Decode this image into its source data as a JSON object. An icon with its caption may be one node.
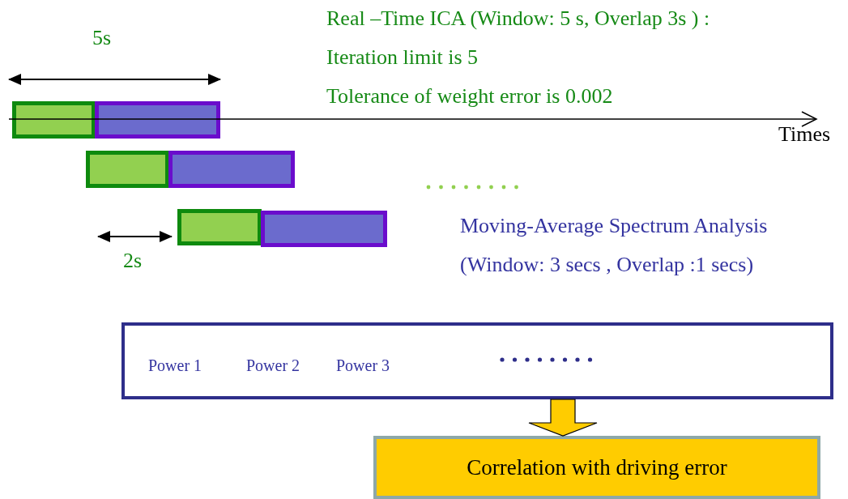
{
  "diagram": {
    "nodes": [
      {
        "text": [],
        "shape": "bar"
      },
      {
        "text": [],
        "shape": "bar"
      },
      {
        "text": [],
        "shape": "bar"
      },
      {
        "text": [],
        "shape": "bar"
      },
      {
        "text": [],
        "shape": "bar"
      },
      {
        "text": [],
        "shape": "bar"
      },
      {
        "text": [
          "Power 1",
          "Power 2",
          "Power 3"
        ]
      },
      {
        "text": [
          "Correlation with driving error"
        ]
      }
    ],
    "edges": [
      {
        "from": 6,
        "to": 7,
        "arrow": "to",
        "style": "thick"
      }
    ],
    "labels": [
      "Real –Time ICA (Window: 5 s, Overlap 3s ) :",
      "5s",
      "Iteration limit is 5",
      "Tolerance of weight error is 0.002",
      "Times",
      "Moving-Average Spectrum Analysis",
      "2s",
      "(Window: 3 secs , Overlap :1 secs)"
    ]
  }
}
